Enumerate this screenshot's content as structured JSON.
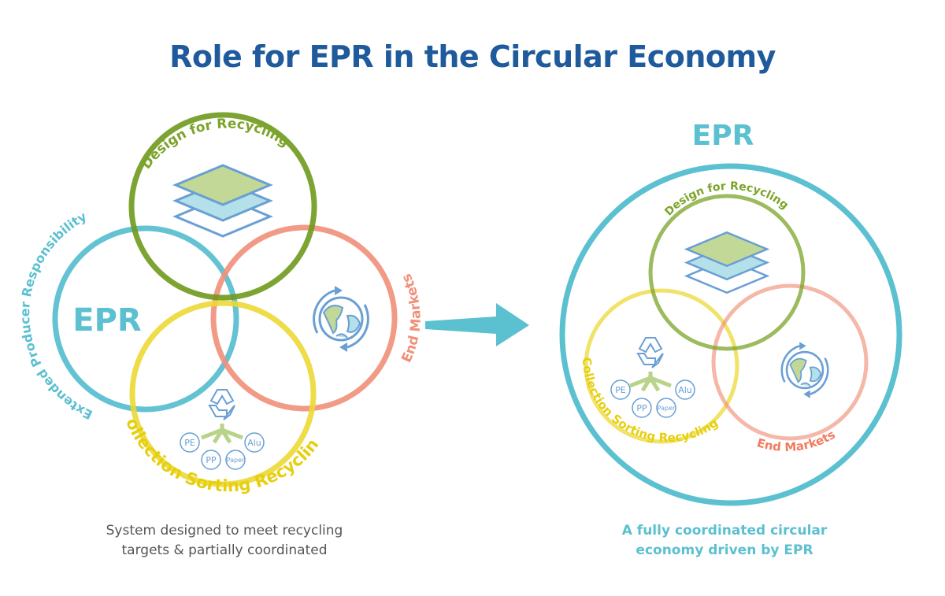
{
  "title": "Role for EPR in the Circular Economy",
  "colors": {
    "title": "#1f5a9c",
    "epr": "#5bc0d0",
    "design": "#7ba428",
    "end_markets": "#f0907a",
    "collection": "#ecd835",
    "icon": "#6a9fd4"
  },
  "left": {
    "epr_label": "EPR",
    "epr_ring_label": "Extended Producer Responsibility",
    "design_label": "Design for Recycling",
    "end_markets_label": "End Markets",
    "collection_label": "Collection Sorting Recycling",
    "materials": [
      "PE",
      "PP",
      "Paper",
      "Alu"
    ],
    "caption": [
      "System designed to meet recycling",
      "targets & partially coordinated"
    ]
  },
  "arrow_icon": "right-arrow",
  "right": {
    "epr_label": "EPR",
    "design_label": "Design for Recycling",
    "end_markets_label": "End Markets",
    "collection_label": "Collection Sorting Recycling",
    "materials": [
      "PE",
      "PP",
      "Paper",
      "Alu"
    ],
    "caption": [
      "A fully coordinated circular",
      "economy driven by EPR"
    ]
  }
}
